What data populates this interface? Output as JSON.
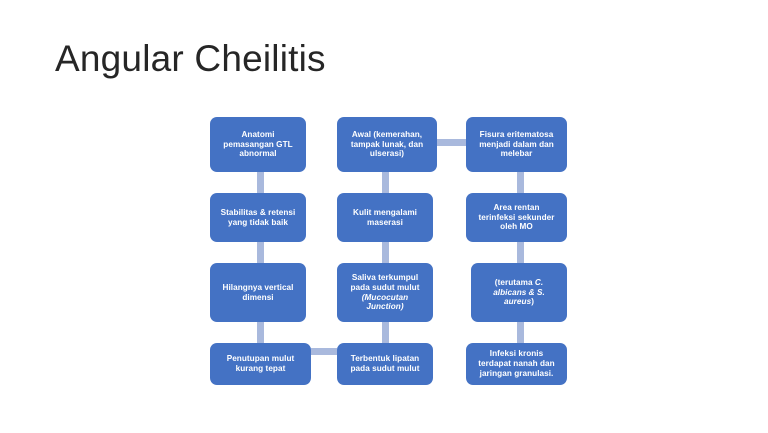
{
  "slide": {
    "title": "Angular Cheilitis",
    "background_color": "#FFFFFF",
    "title_color": "#262626"
  },
  "theme": {
    "node_fill": "#4472C4",
    "node_text_color": "#FFFFFF",
    "connector_color": "#A9B9DD"
  },
  "diagram": {
    "type": "flowchart",
    "columns": 3,
    "rows": 4,
    "nodes": [
      {
        "id": "c1r1",
        "column": 1,
        "row": 1,
        "lines": [
          "Anatomi",
          "pemasangan GTL",
          "abnormal"
        ],
        "text": "Anatomi\npemasangan GTL\nabnormal"
      },
      {
        "id": "c1r2",
        "column": 1,
        "row": 2,
        "lines": [
          "Stabilitas & retensi",
          "yang tidak baik"
        ],
        "text": "Stabilitas & retensi\nyang tidak baik"
      },
      {
        "id": "c1r3",
        "column": 1,
        "row": 3,
        "lines": [
          "Hilangnya  vertical",
          "dimensi"
        ],
        "text": "Hilangnya  vertical\ndimensi"
      },
      {
        "id": "c1r4",
        "column": 1,
        "row": 4,
        "lines": [
          "Penutupan mulut",
          "kurang tepat"
        ],
        "text": "Penutupan mulut\nkurang tepat"
      },
      {
        "id": "c2r1",
        "column": 2,
        "row": 1,
        "lines": [
          "Awal (kemerahan,",
          "tampak lunak, dan",
          "ulserasi)"
        ],
        "text": "Awal (kemerahan,\ntampak lunak, dan\nulserasi)"
      },
      {
        "id": "c2r2",
        "column": 2,
        "row": 2,
        "lines": [
          "Kulit mengalami",
          "maserasi"
        ],
        "text": "Kulit mengalami\nmaserasi"
      },
      {
        "id": "c2r3",
        "column": 2,
        "row": 3,
        "lines": [
          "Saliva terkumpul",
          "pada sudut mulut",
          "(Mucocutan",
          "Junction)"
        ],
        "text_plain": "Saliva terkumpul\npada sudut mulut\n(Mucocutan\nJunction)",
        "rich": [
          {
            "text": "Saliva terkumpul\npada sudut mulut\n",
            "italic": false
          },
          {
            "text": "(Mucocutan\nJunction)",
            "italic": true
          }
        ]
      },
      {
        "id": "c2r4",
        "column": 2,
        "row": 4,
        "lines": [
          "Terbentuk lipatan",
          "pada sudut mulut"
        ],
        "text": "Terbentuk lipatan\npada sudut mulut"
      },
      {
        "id": "c3r1",
        "column": 3,
        "row": 1,
        "lines": [
          "Fisura eritematosa",
          "menjadi dalam dan",
          "melebar"
        ],
        "text": "Fisura eritematosa\nmenjadi dalam dan\nmelebar"
      },
      {
        "id": "c3r2",
        "column": 3,
        "row": 2,
        "lines": [
          "Area rentan",
          "terinfeksi sekunder",
          "oleh MO"
        ],
        "text": "Area rentan\nterinfeksi sekunder\noleh MO"
      },
      {
        "id": "c3r3",
        "column": 3,
        "row": 3,
        "lines": [
          "(terutama C.",
          "albicans & S.",
          "aureus)"
        ],
        "text_plain": "(terutama C.\nalbicans & S.\naureus)",
        "rich": [
          {
            "text": "(terutama ",
            "italic": false
          },
          {
            "text": "C.\nalbicans & S.\naureus",
            "italic": true
          },
          {
            "text": ")",
            "italic": false
          }
        ]
      },
      {
        "id": "c3r4",
        "column": 3,
        "row": 4,
        "lines": [
          "Infeksi kronis",
          "terdapat nanah dan",
          "jaringan granulasi."
        ],
        "text": "Infeksi kronis\nterdapat nanah dan\njaringan granulasi."
      }
    ],
    "connectors": [
      {
        "id": "v-c1r1-c1r2",
        "from": "c1r1",
        "to": "c1r2",
        "orientation": "vertical"
      },
      {
        "id": "v-c1r2-c1r3",
        "from": "c1r2",
        "to": "c1r3",
        "orientation": "vertical"
      },
      {
        "id": "v-c1r3-c1r4",
        "from": "c1r3",
        "to": "c1r4",
        "orientation": "vertical"
      },
      {
        "id": "v-c2r1-c2r2",
        "from": "c2r1",
        "to": "c2r2",
        "orientation": "vertical"
      },
      {
        "id": "v-c2r2-c2r3",
        "from": "c2r2",
        "to": "c2r3",
        "orientation": "vertical"
      },
      {
        "id": "v-c2r3-c2r4",
        "from": "c2r3",
        "to": "c2r4",
        "orientation": "vertical"
      },
      {
        "id": "v-c3r1-c3r2",
        "from": "c3r1",
        "to": "c3r2",
        "orientation": "vertical"
      },
      {
        "id": "v-c3r2-c3r3",
        "from": "c3r2",
        "to": "c3r3",
        "orientation": "vertical"
      },
      {
        "id": "v-c3r3-c3r4",
        "from": "c3r3",
        "to": "c3r4",
        "orientation": "vertical"
      },
      {
        "id": "h-c1r4-c2r4",
        "from": "c1r4",
        "to": "c2r4",
        "orientation": "horizontal"
      },
      {
        "id": "h-c2r1-c3r1",
        "from": "c2r1",
        "to": "c3r1",
        "orientation": "horizontal"
      }
    ]
  }
}
